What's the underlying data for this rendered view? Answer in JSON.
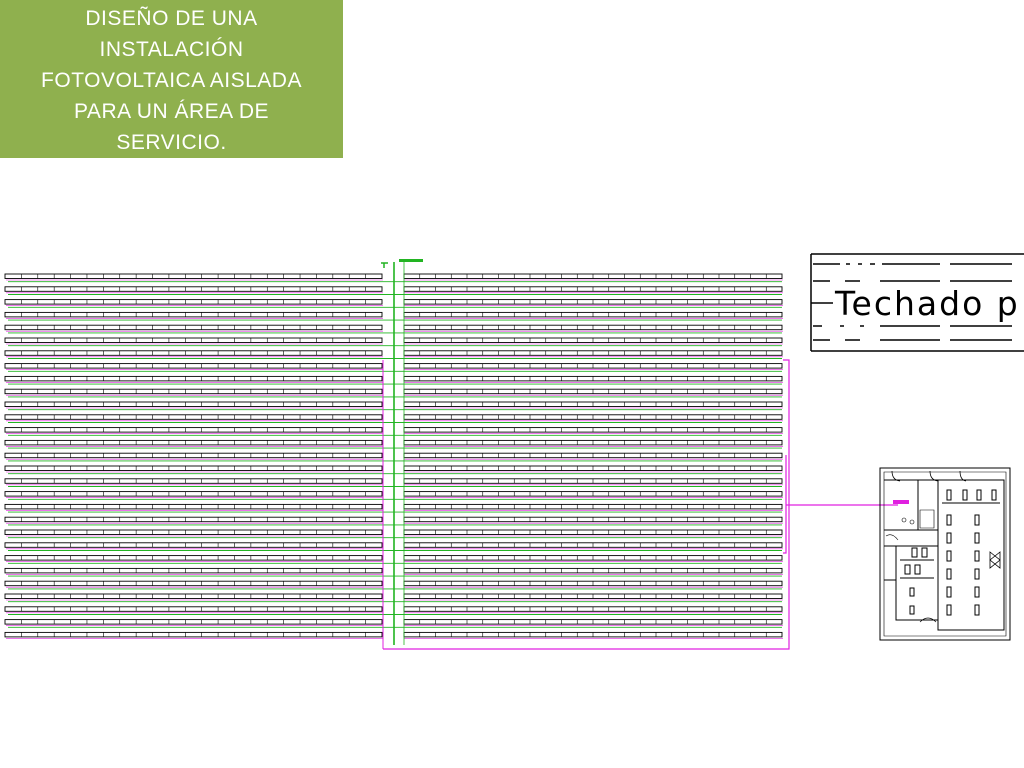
{
  "slide": {
    "title_lines": [
      "DISEÑO DE UNA",
      "INSTALACIÓN",
      "FOTOVOLTAICA AISLADA",
      "PARA UN ÁREA DE",
      "SERVICIO."
    ]
  },
  "drawing": {
    "label_text": "Techado p",
    "colors": {
      "title_background": "#8fb04e",
      "panel_outline": "#000000",
      "string_wiring": "#22b422",
      "main_cable": "#e020e0"
    }
  }
}
